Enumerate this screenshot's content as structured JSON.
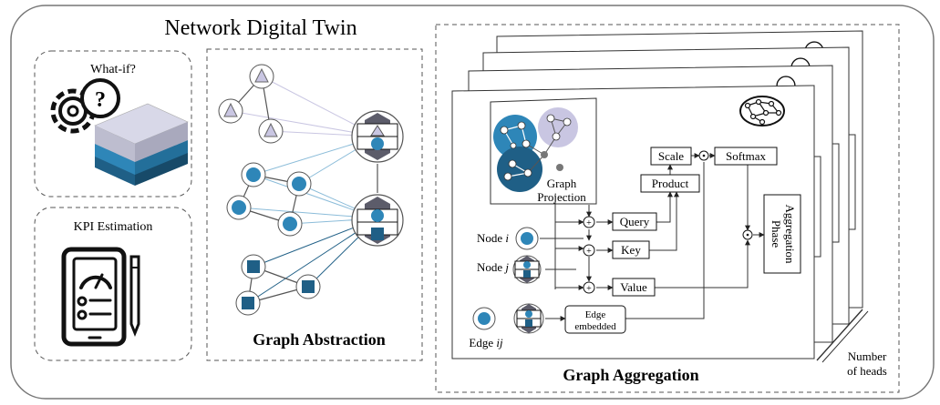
{
  "main_title": "Network Digital Twin",
  "what_if": {
    "title": "What-if?"
  },
  "kpi": {
    "title": "KPI Estimation"
  },
  "graph_abstraction": {
    "title": "Graph Abstraction"
  },
  "graph_aggregation": {
    "title": "Graph Aggregation",
    "graph_projection_line1": "Graph",
    "graph_projection_line2": "Projection",
    "node_i_prefix": "Node ",
    "node_i_var": "i",
    "node_j_prefix": "Node ",
    "node_j_var": "j",
    "edge_prefix": "Edge ",
    "edge_var": "ij",
    "edge_embedded_line1": "Edge",
    "edge_embedded_line2": "embedded",
    "scale": "Scale",
    "softmax": "Softmax",
    "product": "Product",
    "query": "Query",
    "key": "Key",
    "value": "Value",
    "aggregation_line1": "Aggregation",
    "aggregation_line2": "Phase",
    "heads_line1": "Number",
    "heads_line2": "of heads"
  },
  "colors": {
    "dark_blue": "#1f5f86",
    "mid_blue": "#2e86b8",
    "light_blue": "#5aa9d6",
    "lavender": "#c9c6e2",
    "gray": "#7a7a8a",
    "border": "#555555"
  }
}
